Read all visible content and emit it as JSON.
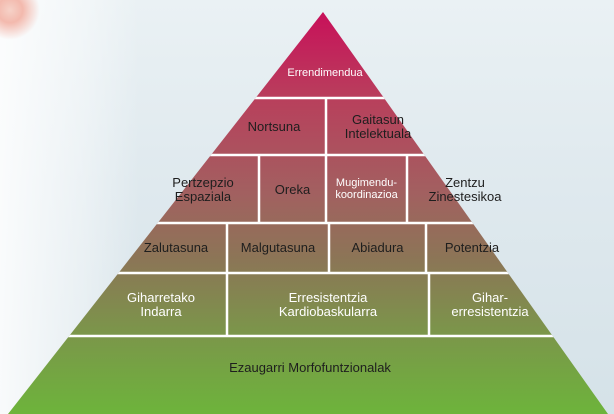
{
  "pyramid": {
    "top": "Errendimendua",
    "row2": [
      "Nortsuna",
      "Gaitasun\nIntelektuala"
    ],
    "row3": [
      "Pertzepzio\nEspaziala",
      "Oreka",
      "Mugimendu-\nkoordinazioa",
      "Zentzu\nZinestesikoa"
    ],
    "row4": [
      "Zalutasuna",
      "Malgutasuna",
      "Abiadura",
      "Potentzia"
    ],
    "row5": [
      "Giharretako\nIndarra",
      "Erresistentzia\nKardiobaskularra",
      "Gihar-\nerresistentzia"
    ],
    "base": "Ezaugarri Morfofuntzionalak"
  },
  "colors": {
    "top": "#c11f5b",
    "row2": "#b84560",
    "row3": "#a26262",
    "row4": "#8a7a55",
    "row5": "#7a9a4a",
    "base": "#6fb03e",
    "separator": "#ffffff"
  }
}
